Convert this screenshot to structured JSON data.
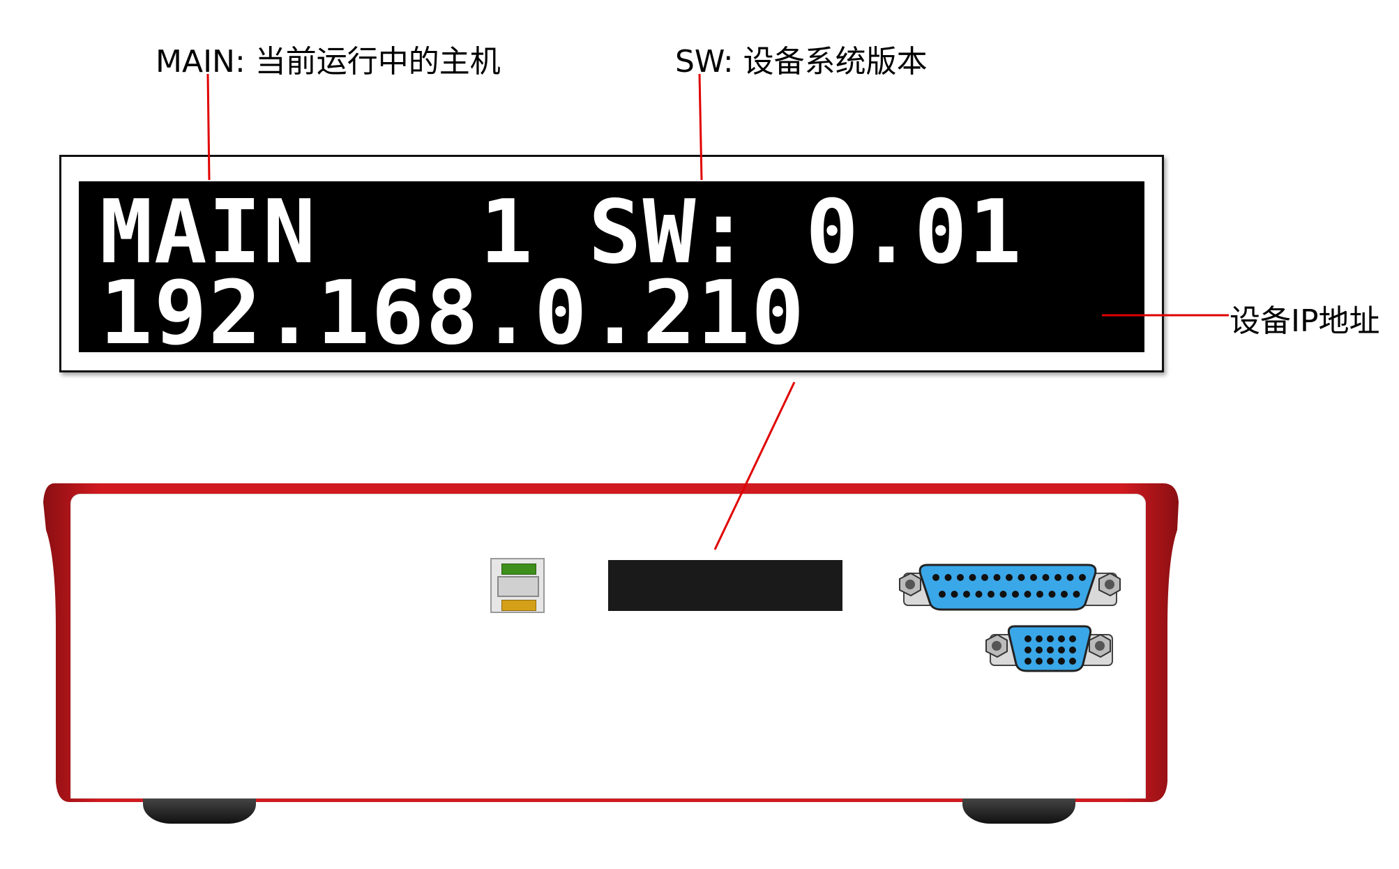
{
  "callouts": {
    "main": "MAIN: 当前运行中的主机",
    "sw": "SW: 设备系统版本",
    "ip": "设备IP地址"
  },
  "lcd": {
    "line1": "MAIN   1 SW: 0.01",
    "line2": "192.168.0.210"
  },
  "colors": {
    "callout_line": "#e00000",
    "device_frame": "#c4161c",
    "connector_blue": "#3aa7e8",
    "led_green": "#3e8f1c",
    "led_yellow": "#d4a017"
  },
  "icons": [
    "ethernet-port-icon",
    "db25-connector-icon",
    "db15-connector-icon"
  ]
}
